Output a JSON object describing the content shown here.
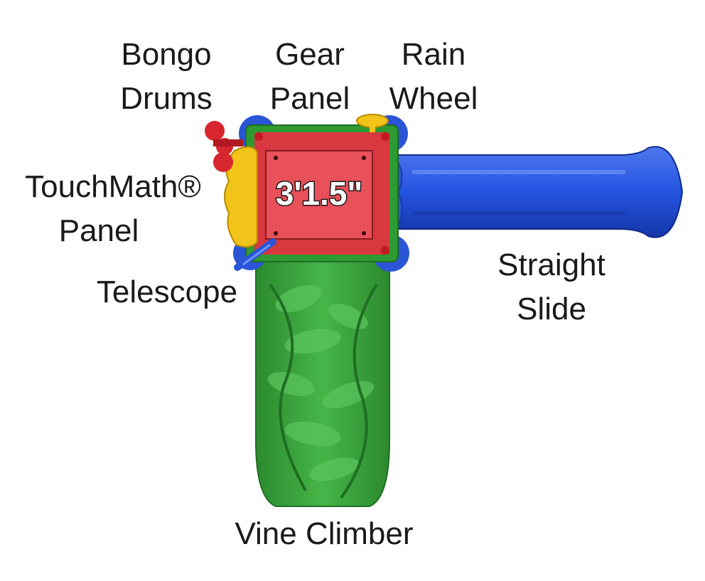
{
  "labels": {
    "bongo_drums": [
      "Bongo",
      "Drums"
    ],
    "gear_panel": [
      "Gear",
      "Panel"
    ],
    "rain_wheel": [
      "Rain",
      "Wheel"
    ],
    "touchmath_panel": [
      "TouchMath®",
      "Panel"
    ],
    "telescope": "Telescope",
    "straight_slide": [
      "Straight",
      "Slide"
    ],
    "vine_climber": "Vine Climber"
  },
  "deck_dimension": "3'1.5\"",
  "colors": {
    "deck_red": "#e8505a",
    "frame_green": "#2e9a32",
    "post_blue": "#2a55d6",
    "panel_yellow": "#f2c318",
    "climber_green": "#3aa63c",
    "slide_blue": "#2453e0",
    "drum_red": "#d8262e",
    "text": "#1a1a1a"
  }
}
